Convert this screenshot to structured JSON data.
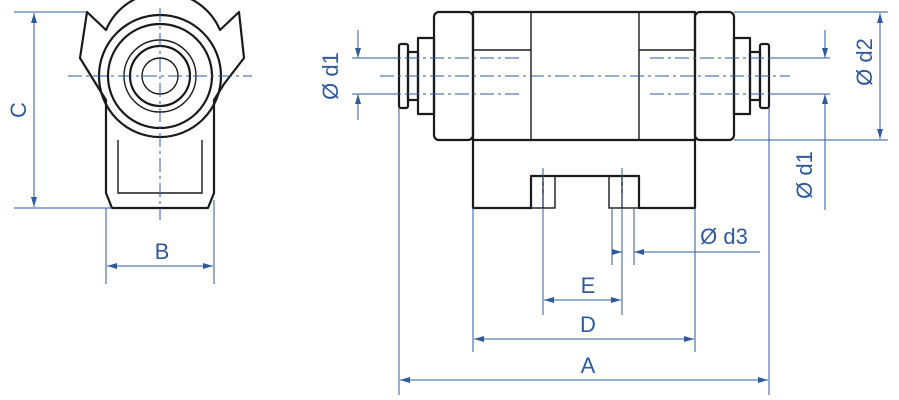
{
  "colors": {
    "outline": "#1a1a1a",
    "dimension": "#2f5a9c",
    "background": "#ffffff"
  },
  "labels": {
    "A": "A",
    "B": "B",
    "C": "C",
    "D": "D",
    "E": "E",
    "d1_left": "Ø d1",
    "d1_right": "Ø d1",
    "d2": "Ø d2",
    "d3": "Ø d3"
  }
}
